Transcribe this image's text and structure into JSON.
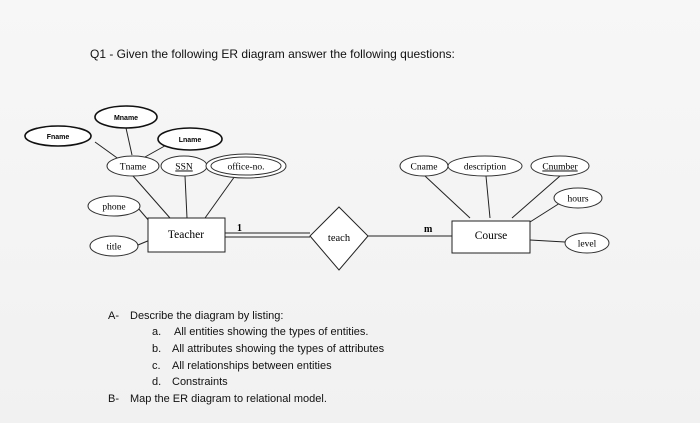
{
  "question": {
    "title": "Q1 - Given the following ER diagram answer the following questions:"
  },
  "diagram": {
    "entities": {
      "teacher": "Teacher",
      "course": "Course"
    },
    "relationship": "teach",
    "cardinality": {
      "teacher_side": "1",
      "course_side": "m"
    },
    "teacher_attributes": {
      "fname": "Fname",
      "mname": "Mname",
      "lname": "Lname",
      "tname": "Tname",
      "ssn": "SSN",
      "office_no": "office-no.",
      "phone": "phone",
      "title": "title"
    },
    "course_attributes": {
      "cname": "Cname",
      "description": "description",
      "cnumber": "Cnumber",
      "hours": "hours",
      "level": "level"
    }
  },
  "tasks": {
    "a_marker": "A-",
    "a_text": "Describe the diagram by listing:",
    "items": [
      {
        "marker": "a.",
        "text": "All entities showing the types of entities."
      },
      {
        "marker": "b.",
        "text": "All attributes showing the types of attributes"
      },
      {
        "marker": "c.",
        "text": "All relationships between entities"
      },
      {
        "marker": "d.",
        "text": "Constraints"
      }
    ],
    "b_marker": "B-",
    "b_text": "Map the ER diagram to relational model."
  }
}
